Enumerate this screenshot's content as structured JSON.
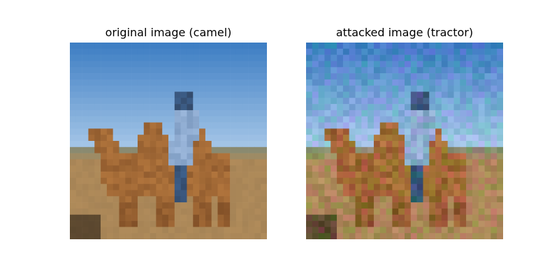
{
  "panels": [
    {
      "title": "original image (camel)",
      "scene": "camel-rider",
      "perturbation": false
    },
    {
      "title": "attacked image (tractor)",
      "scene": "camel-rider",
      "perturbation": true
    }
  ],
  "colors": {
    "sky_top": "#3f7fc4",
    "sky_bottom": "#a8c8e8",
    "ground": "#b08b5a",
    "camel": "#b0743c",
    "camel_dark": "#7a4a24",
    "rider_shirt": "#9cb8dc",
    "rider_dark": "#3d5f8a",
    "horizon": "#8a8a70"
  }
}
